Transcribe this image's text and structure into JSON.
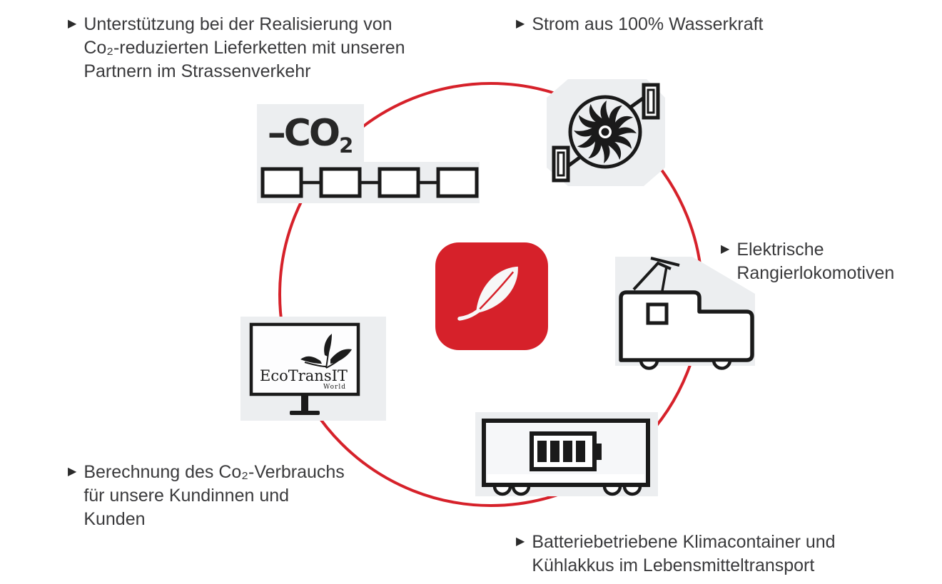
{
  "colors": {
    "red": "#D6212A",
    "icon_bg": "#ECEEF0",
    "ink": "#1A1A1A",
    "text": "#3A3A3C"
  },
  "bullet_glyph": "▶",
  "callouts": {
    "top_left": {
      "text": "Unterstützung bei der Realisierung von\nCo₂-reduzierten Lieferketten mit unseren\nPartnern im Strassenverkehr"
    },
    "top_right": {
      "text": "Strom aus 100% Wasserkraft"
    },
    "right": {
      "text": "Elektrische\nRangierlokomotiven"
    },
    "bottom_left": {
      "text": "Berechnung des Co₂-Verbrauchs\nfür unsere Kundinnen und\nKunden"
    },
    "bottom_right": {
      "text": "Batteriebetriebene Klimacontainer und\nKühlakkus im Lebensmitteltransport"
    }
  },
  "co2_icon": {
    "label_main": "–CO",
    "label_sub": "2"
  },
  "monitor_icon": {
    "logo_title": "EcoTransIT",
    "logo_subtitle": "World"
  },
  "icon_names": [
    "co2-supply-chain-icon",
    "water-turbine-icon",
    "electric-shunting-locomotive-icon",
    "battery-climate-container-icon",
    "ecotransit-monitor-icon",
    "eco-leaf-center-icon"
  ]
}
